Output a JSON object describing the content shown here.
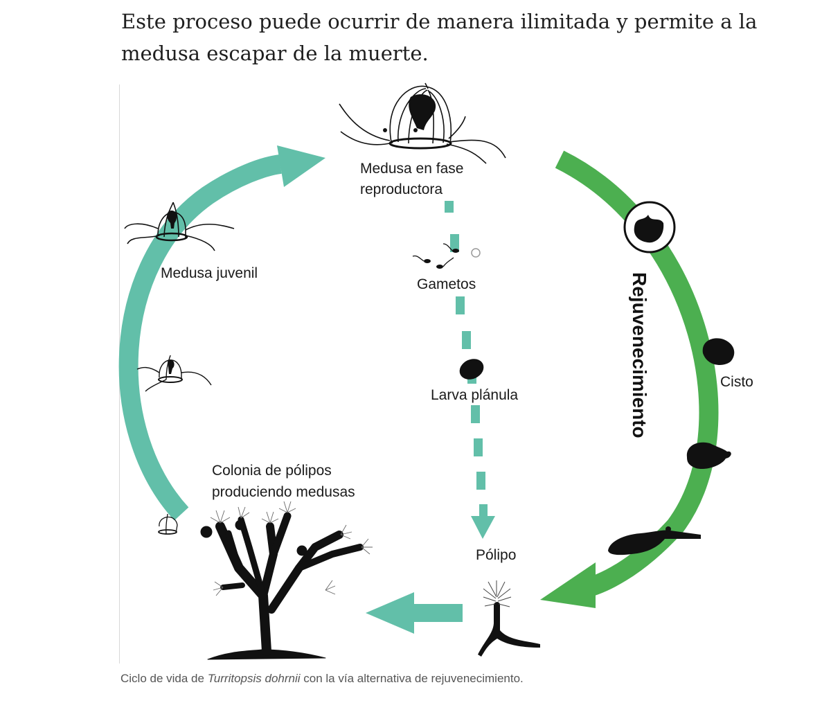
{
  "intro_text": "Este proceso puede ocurrir de manera ilimitada y permite a la medusa escapar de la muerte.",
  "diagram": {
    "labels": {
      "medusa_reproductora_1": "Medusa en fase",
      "medusa_reproductora_2": "reproductora",
      "medusa_juvenil": "Medusa juvenil",
      "gametos": "Gametos",
      "larva": "Larva plánula",
      "polipo": "Pólipo",
      "colonia_1": "Colonia de pólipos",
      "colonia_2": "produciendo medusas",
      "cisto": "Cisto",
      "rejuvenecimiento": "Rejuvenecimiento"
    },
    "colors": {
      "teal_arrow": "#62bfa9",
      "green_arrow": "#4caf50",
      "silhouette": "#111111"
    }
  },
  "caption": {
    "prefix": "Ciclo de vida de ",
    "species": "Turritopsis dohrnii",
    "suffix": " con la vía alternativa de rejuvenecimiento."
  }
}
